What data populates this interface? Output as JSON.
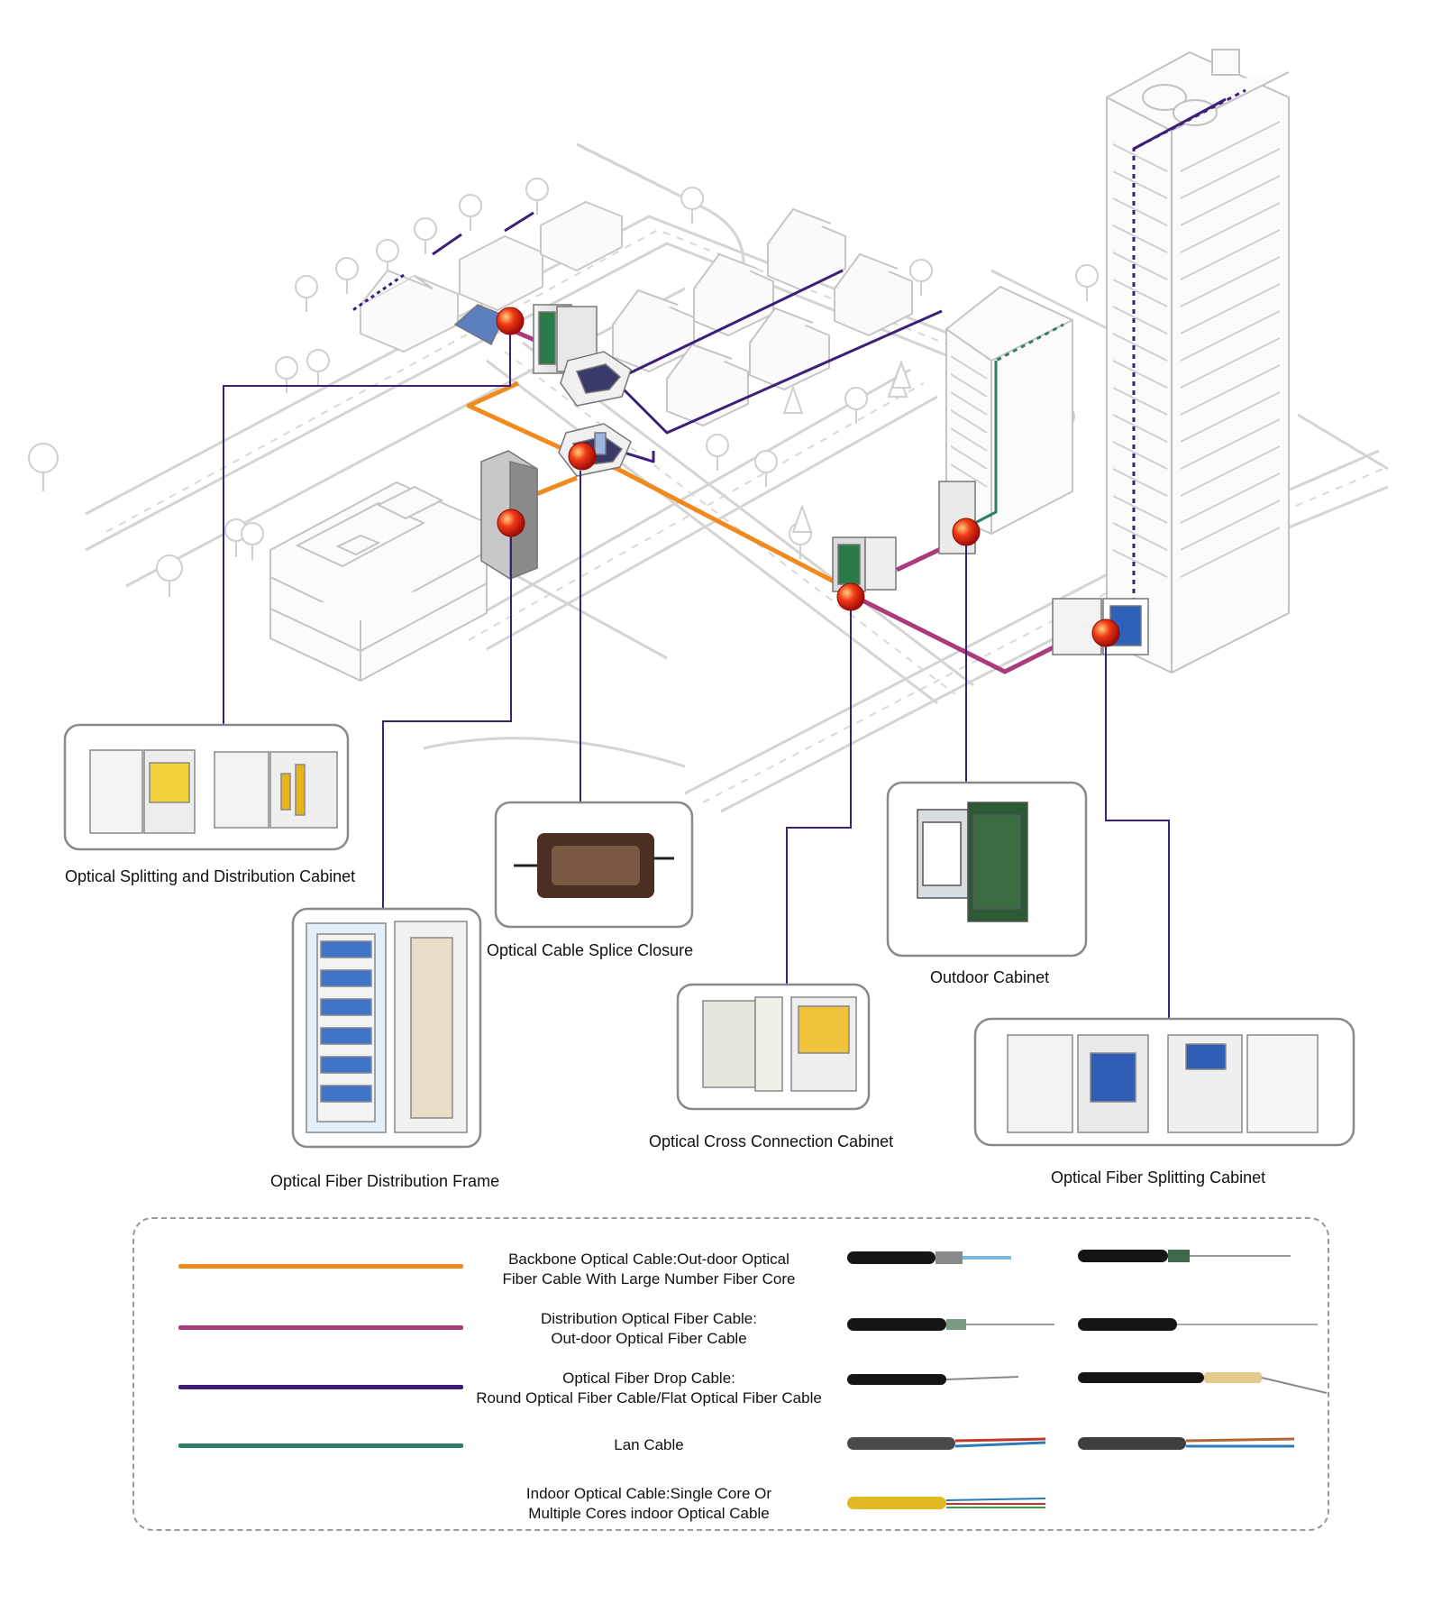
{
  "colors": {
    "backbone": "#f08a1c",
    "distribution": "#a83c7d",
    "drop": "#3b1f78",
    "lan": "#2f7e68",
    "indoor": "#e3b825",
    "node": "#e11c12",
    "line_art": "#d2d2d2"
  },
  "products": [
    {
      "id": "p1",
      "label": "Optical Splitting and Distribution Cabinet"
    },
    {
      "id": "p2",
      "label": "Optical Cable Splice Closure"
    },
    {
      "id": "p3",
      "label": "Optical Fiber Distribution Frame"
    },
    {
      "id": "p4",
      "label": "Outdoor Cabinet"
    },
    {
      "id": "p5",
      "label": "Optical Cross Connection Cabinet"
    },
    {
      "id": "p6",
      "label": "Optical Fiber Splitting Cabinet"
    }
  ],
  "legend": [
    {
      "text": "Backbone Optical Cable:Out-door Optical\nFiber Cable With Large Number Fiber Core",
      "color": "backbone",
      "icon": "armored-cable-icon"
    },
    {
      "text": "Distribution Optical Fiber Cable:\nOut-door Optical Fiber Cable",
      "color": "distribution",
      "icon": "outdoor-cable-icon"
    },
    {
      "text": "Optical Fiber Drop Cable:\nRound Optical Fiber Cable/Flat Optical Fiber Cable",
      "color": "drop",
      "icon": "drop-cable-icon"
    },
    {
      "text": "Lan Cable",
      "color": "lan",
      "icon": "lan-cable-icon"
    },
    {
      "text": "Indoor Optical Cable:Single Core Or\nMultiple Cores indoor Optical Cable",
      "color": "indoor",
      "icon": "indoor-cable-icon"
    }
  ]
}
